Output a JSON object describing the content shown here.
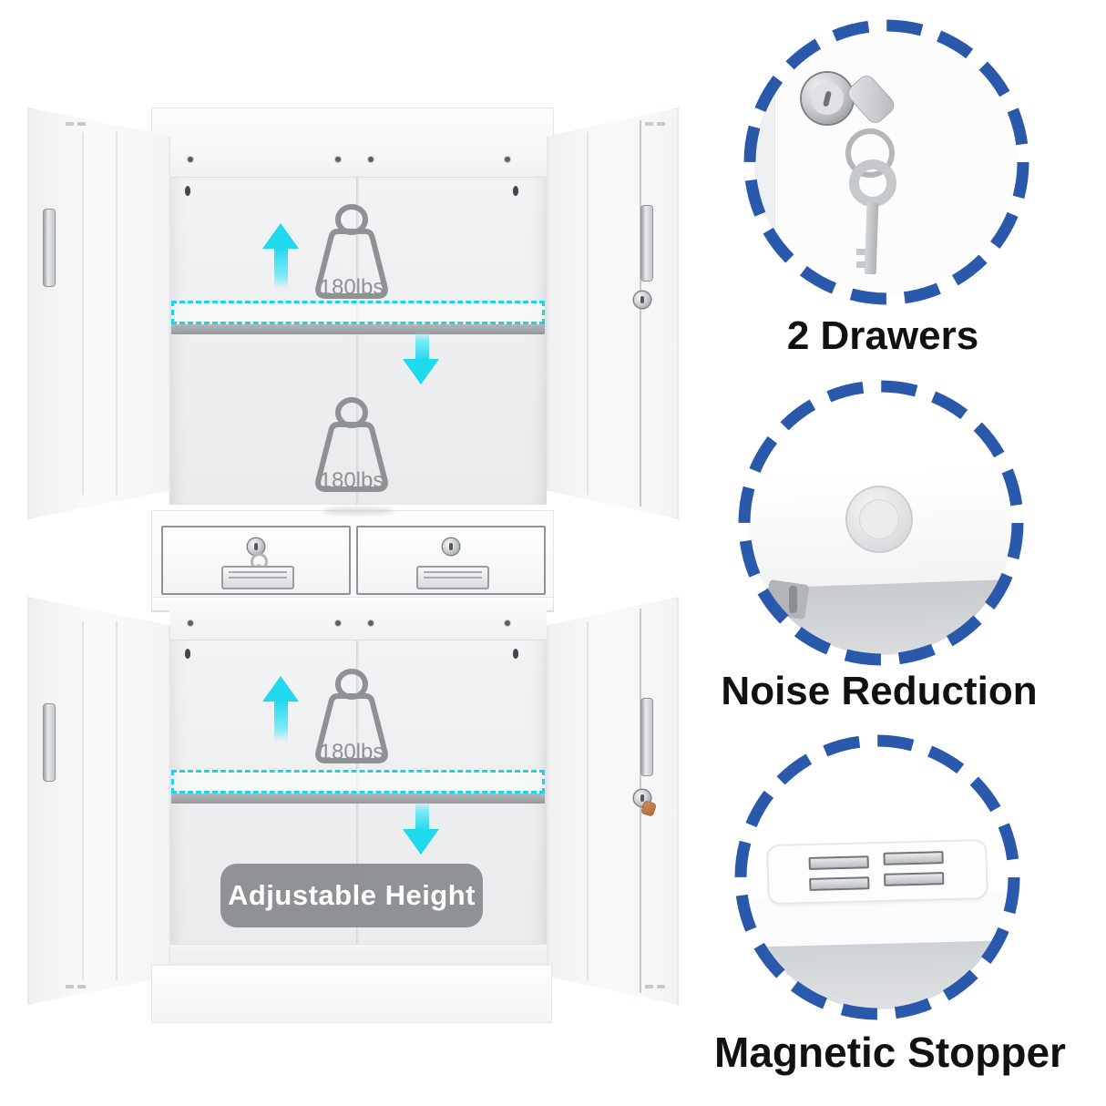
{
  "cabinet": {
    "capacity_label": "180lbs",
    "adjustable_height_label": "Adjustable Height"
  },
  "callouts": [
    {
      "id": "drawers",
      "label": "2 Drawers",
      "photo": "lock-and-keys"
    },
    {
      "id": "noise",
      "label": "Noise Reduction",
      "photo": "door-bumper"
    },
    {
      "id": "magnet",
      "label": "Magnetic Stopper",
      "photo": "magnetic-strips"
    }
  ],
  "colors": {
    "accent_cyan": "#1fd9ec",
    "shelf_dash_cyan": "#15d7ea",
    "callout_ring_blue": "#2a58ab",
    "label_text": "#111111",
    "weight_icon_gray": "#8f9295",
    "badge_background": "#7f8285",
    "key_tag_orange": "#c87a4a"
  }
}
